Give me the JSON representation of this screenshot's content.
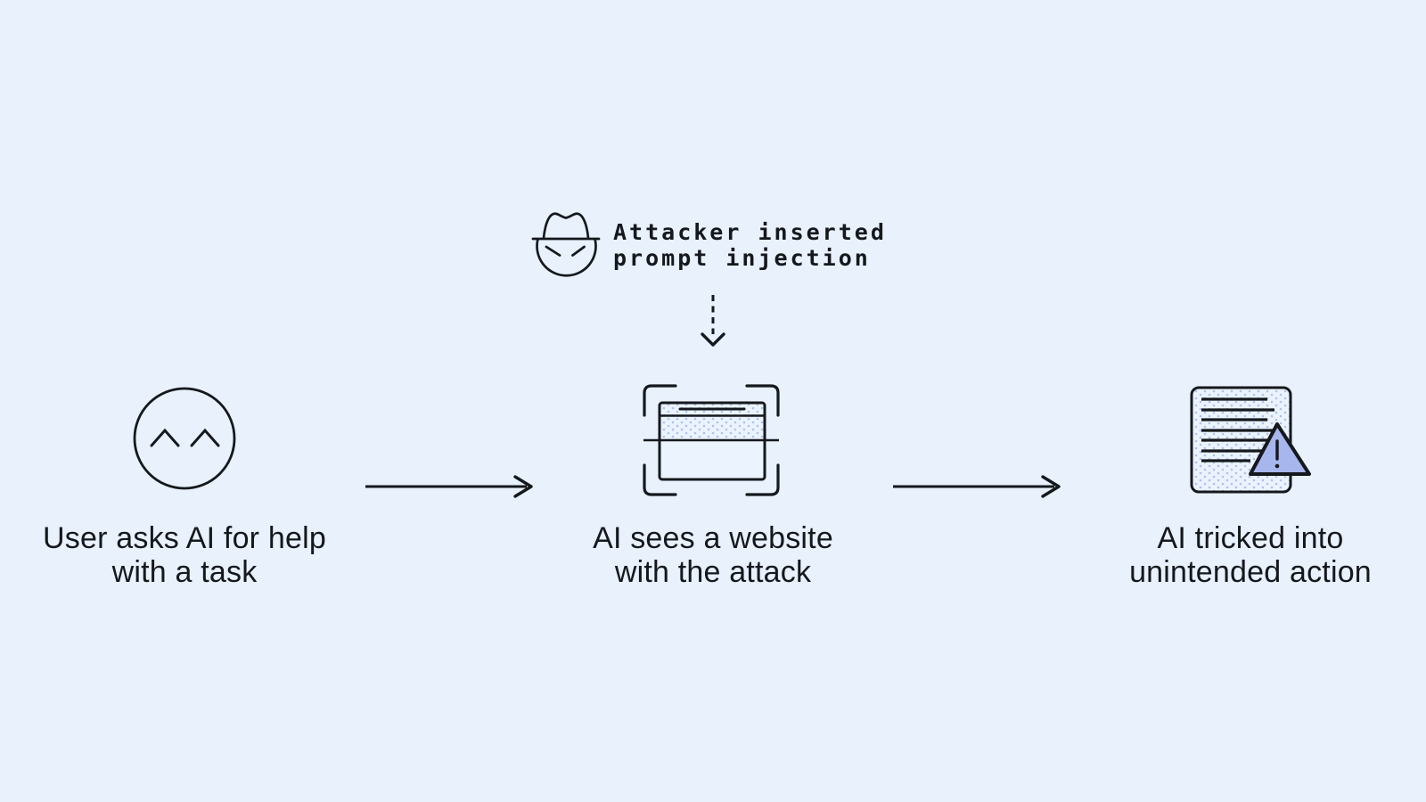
{
  "canvas": {
    "background_color": "#e8f1fc",
    "ink_color": "#15181c",
    "pattern_dot_color": "#b0c1ef",
    "warning_fill_color": "#a7b6ec"
  },
  "attacker_callout": {
    "icon": "spy-hat-face-icon",
    "lines": [
      "Attacker inserted",
      "prompt injection"
    ]
  },
  "steps": [
    {
      "icon": "smiling-user-face-icon",
      "caption_lines": [
        "User asks AI for help",
        "with a task"
      ]
    },
    {
      "icon": "website-scan-icon",
      "caption_lines": [
        "AI sees a website",
        "with the attack"
      ]
    },
    {
      "icon": "document-warning-icon",
      "caption_lines": [
        "AI tricked into",
        "unintended action"
      ]
    }
  ]
}
